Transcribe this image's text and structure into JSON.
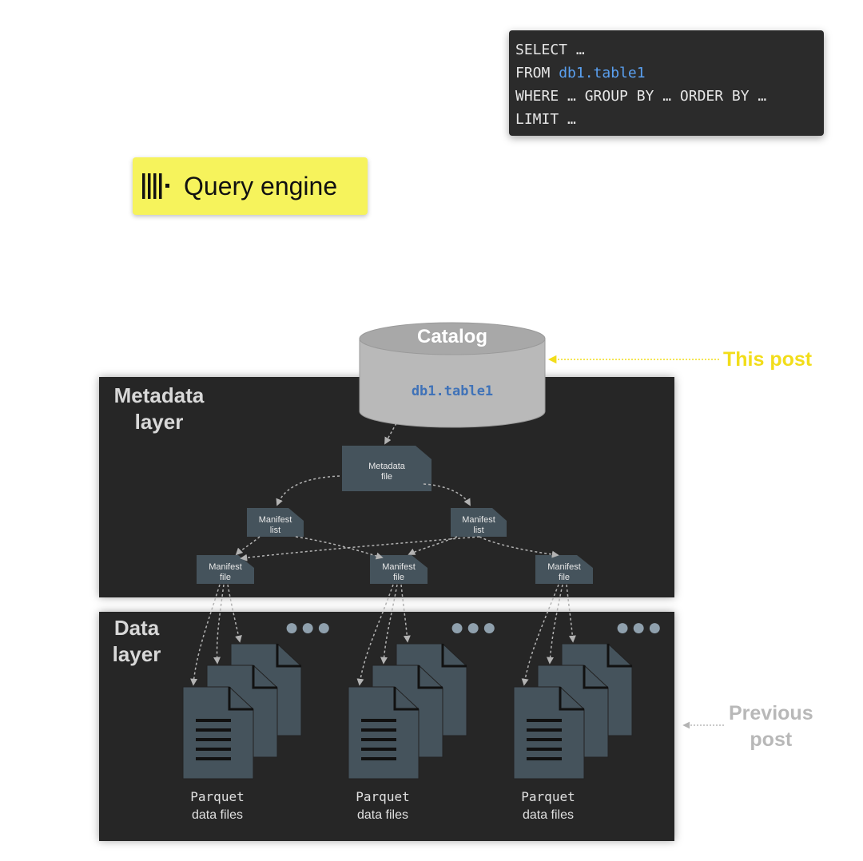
{
  "sql": {
    "line1": "SELECT …",
    "line2_prefix": "FROM ",
    "line2_table": "db1.table1",
    "line3": "WHERE … GROUP BY … ORDER BY …",
    "line4": "LIMIT …"
  },
  "query_engine": {
    "label": "Query engine",
    "icon": "query-engine-logo-icon"
  },
  "catalog": {
    "title": "Catalog",
    "table": "db1.table1"
  },
  "labels": {
    "this_post": "This post",
    "previous_post_1": "Previous",
    "previous_post_2": "post"
  },
  "layers": {
    "metadata_1": "Metadata",
    "metadata_2": "layer",
    "data_1": "Data",
    "data_2": "layer"
  },
  "nodes": {
    "metadata_file_1": "Metadata",
    "metadata_file_2": "file",
    "manifest_list_1": "Manifest",
    "manifest_list_2": "list",
    "manifest_file_1": "Manifest",
    "manifest_file_2": "file"
  },
  "parquet": {
    "line1": "Parquet",
    "line2": "data files"
  },
  "colors": {
    "sql_background": "#2b2b2b",
    "sql_accent": "#5aa0f0",
    "query_engine_background": "#f6f35c",
    "layer_background": "#262626",
    "node_fill": "#45535c",
    "this_post": "#f2dd1a",
    "previous_post": "#b8b8b8"
  }
}
